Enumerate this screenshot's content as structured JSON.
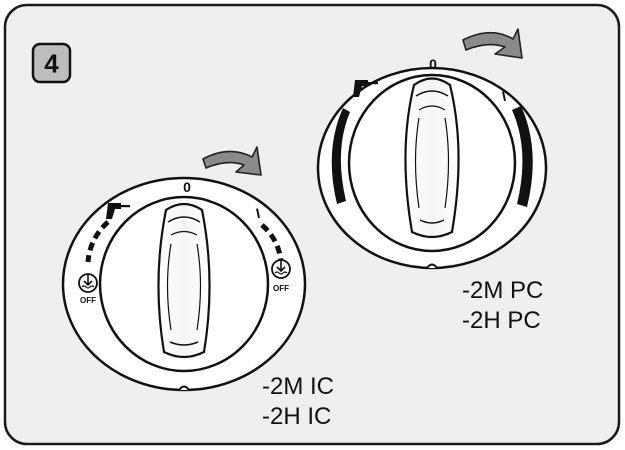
{
  "step_number": "4",
  "knob_pc": {
    "position_zero_label": "0",
    "position_one_label": "I",
    "models": [
      "-2M PC",
      "-2H PC"
    ]
  },
  "knob_ic": {
    "position_zero_label": "0",
    "position_one_label": "I",
    "off_label_left": "OFF",
    "off_label_right": "OFF",
    "models": [
      "-2M IC",
      "-2H IC"
    ]
  },
  "colors": {
    "frame_fill": "#efefef",
    "frame_stroke": "#1a1a1a",
    "arrow_fill": "#8a8a8a",
    "ink": "#111111"
  }
}
